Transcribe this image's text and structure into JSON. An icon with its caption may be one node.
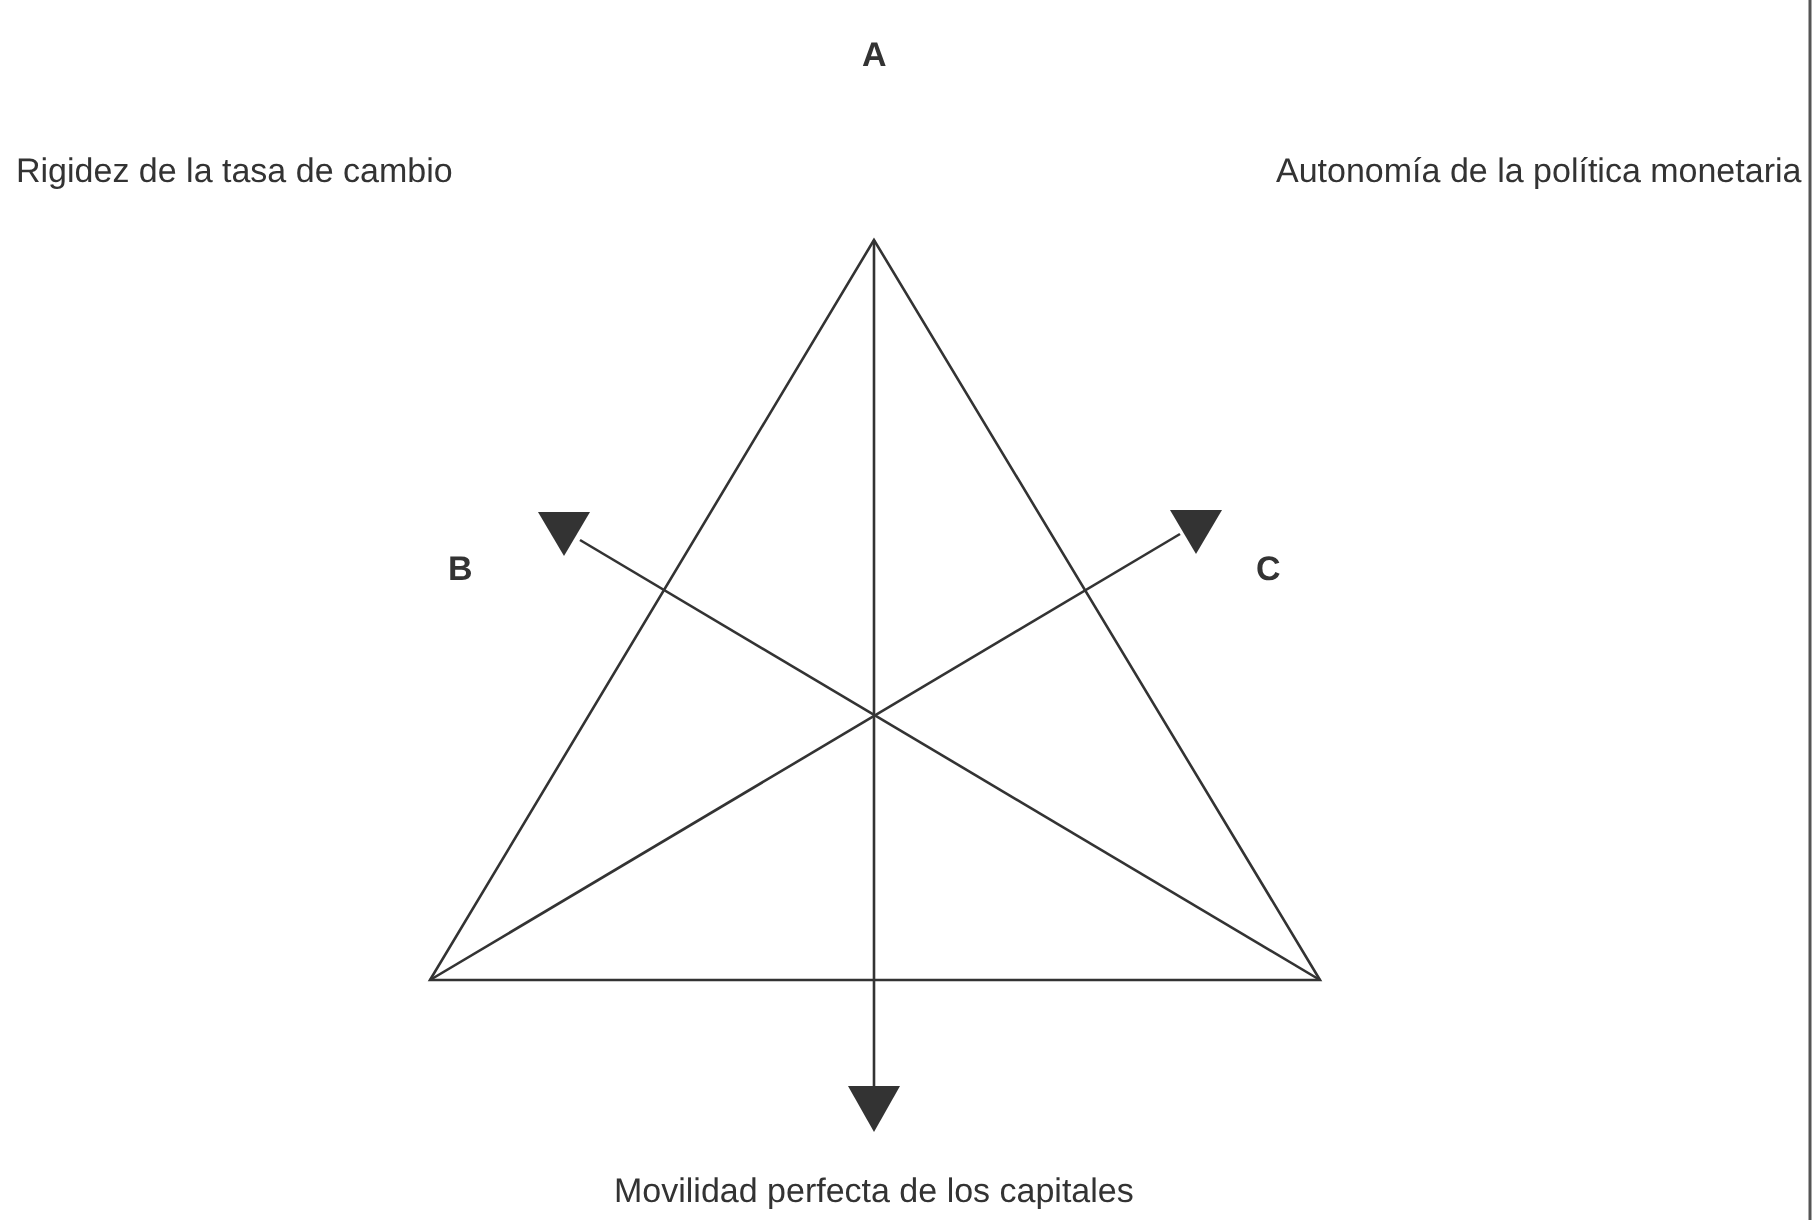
{
  "diagram": {
    "labels": [
      "A",
      "Rigidez de la tasa de cambio",
      "Autonomía de la política monetaria",
      "B",
      "C",
      "Movilidad perfecta de los capitales"
    ]
  }
}
